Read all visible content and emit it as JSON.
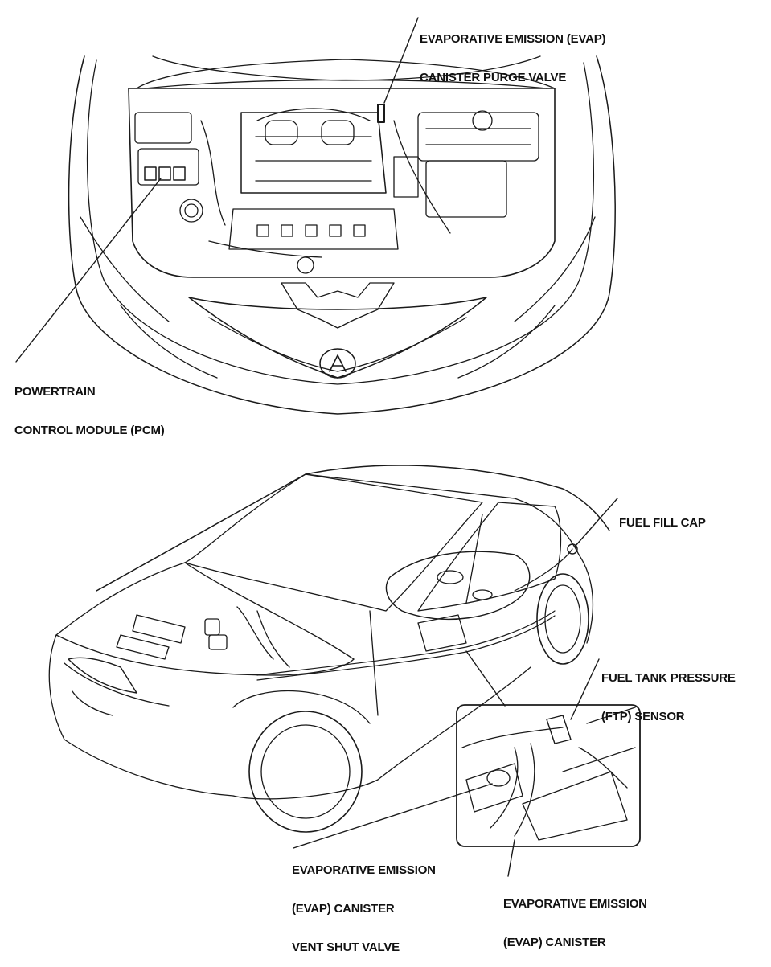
{
  "labels": {
    "purge_valve": {
      "line1": "EVAPORATIVE EMISSION (EVAP)",
      "line2": "CANISTER PURGE VALVE"
    },
    "pcm": {
      "line1": "POWERTRAIN",
      "line2": "CONTROL MODULE (PCM)"
    },
    "fuel_fill_cap": {
      "line1": "FUEL FILL CAP"
    },
    "ftp_sensor": {
      "line1": "FUEL TANK PRESSURE",
      "line2": "(FTP) SENSOR"
    },
    "vent_shut_valve": {
      "line1": "EVAPORATIVE EMISSION",
      "line2": "(EVAP) CANISTER",
      "line3": "VENT SHUT VALVE"
    },
    "canister": {
      "line1": "EVAPORATIVE EMISSION",
      "line2": "(EVAP) CANISTER"
    }
  }
}
